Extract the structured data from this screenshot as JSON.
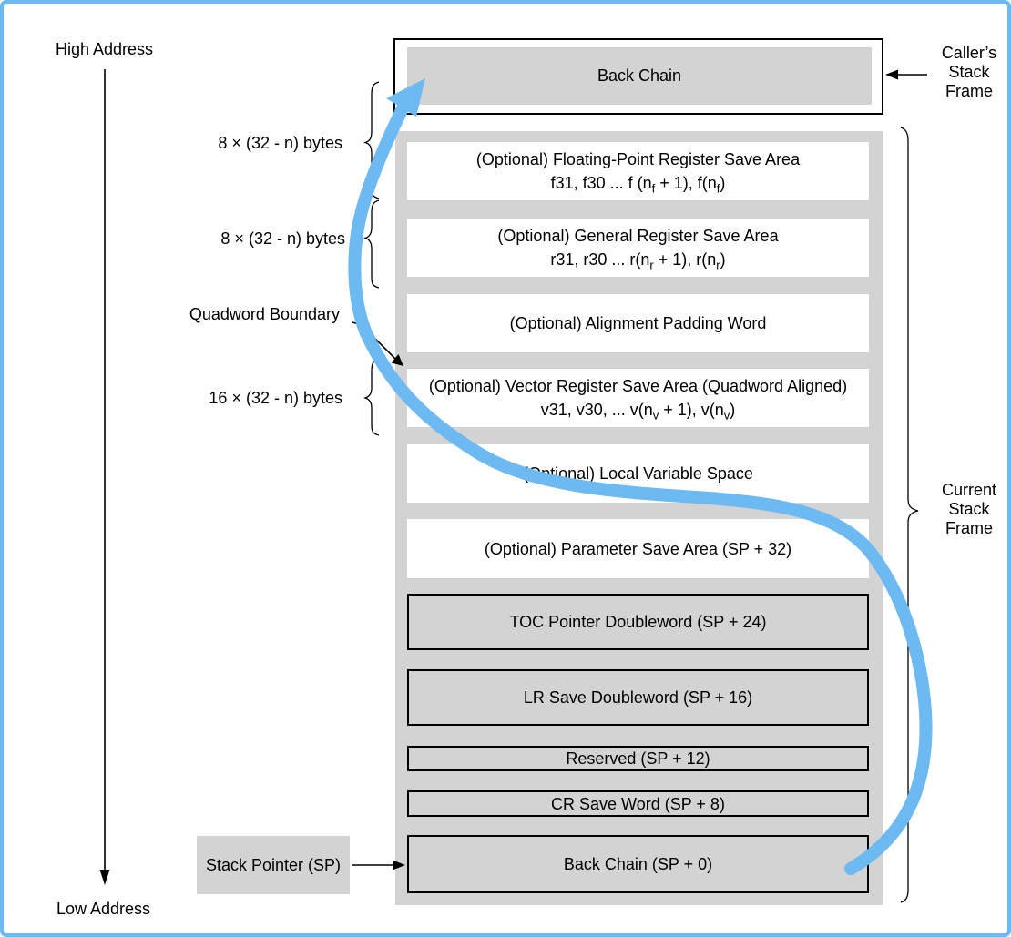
{
  "axis": {
    "high_address": "High Address",
    "low_address": "Low Address"
  },
  "caller_frame": {
    "box_label": "Back Chain",
    "side_label": "Caller’s\nStack\nFrame"
  },
  "current_frame": {
    "side_label": "Current\nStack\nFrame",
    "cells": [
      {
        "lines": [
          [
            {
              "t": "(Optional) Floating-Point Register Save Area"
            }
          ],
          [
            {
              "t": "f31, f30 ... f (n"
            },
            {
              "s": "f"
            },
            {
              "t": " + 1), f(n"
            },
            {
              "s": "f"
            },
            {
              "t": ")"
            }
          ]
        ]
      },
      {
        "lines": [
          [
            {
              "t": "(Optional) General Register Save Area"
            }
          ],
          [
            {
              "t": "r31, r30 ... r(n"
            },
            {
              "s": "r"
            },
            {
              "t": " + 1), r(n"
            },
            {
              "s": "r"
            },
            {
              "t": ")"
            }
          ]
        ]
      },
      {
        "lines": [
          [
            {
              "t": "(Optional) Alignment Padding Word"
            }
          ]
        ]
      },
      {
        "lines": [
          [
            {
              "t": "(Optional) Vector Register Save Area (Quadword Aligned)"
            }
          ],
          [
            {
              "t": "v31, v30, ... v(n"
            },
            {
              "s": "v"
            },
            {
              "t": " + 1), v(n"
            },
            {
              "s": "v"
            },
            {
              "t": ")"
            }
          ]
        ]
      },
      {
        "lines": [
          [
            {
              "t": "(Optional) Local Variable Space"
            }
          ]
        ]
      },
      {
        "lines": [
          [
            {
              "t": "(Optional) Parameter Save Area (SP + 32)"
            }
          ]
        ]
      },
      {
        "lines": [
          [
            {
              "t": "TOC Pointer Doubleword (SP + 24)"
            }
          ]
        ]
      },
      {
        "lines": [
          [
            {
              "t": "LR Save Doubleword (SP + 16)"
            }
          ]
        ]
      },
      {
        "lines": [
          [
            {
              "t": "Reserved (SP + 12)"
            }
          ]
        ]
      },
      {
        "lines": [
          [
            {
              "t": "CR Save Word (SP + 8)"
            }
          ]
        ]
      },
      {
        "lines": [
          [
            {
              "t": "Back Chain (SP + 0)"
            }
          ]
        ]
      }
    ]
  },
  "annotations": {
    "fp_size": "8 × (32 - n) bytes",
    "gr_size": "8 × (32 - n) bytes",
    "quadword_boundary": "Quadword Boundary",
    "vr_size": "16 × (32 - n) bytes",
    "stack_pointer": "Stack Pointer (SP)"
  },
  "colors": {
    "box_gray": "#d3d3d3",
    "arrow_blue": "#6db9f2",
    "border_blue": "#6db9f2",
    "line_black": "#000000"
  }
}
